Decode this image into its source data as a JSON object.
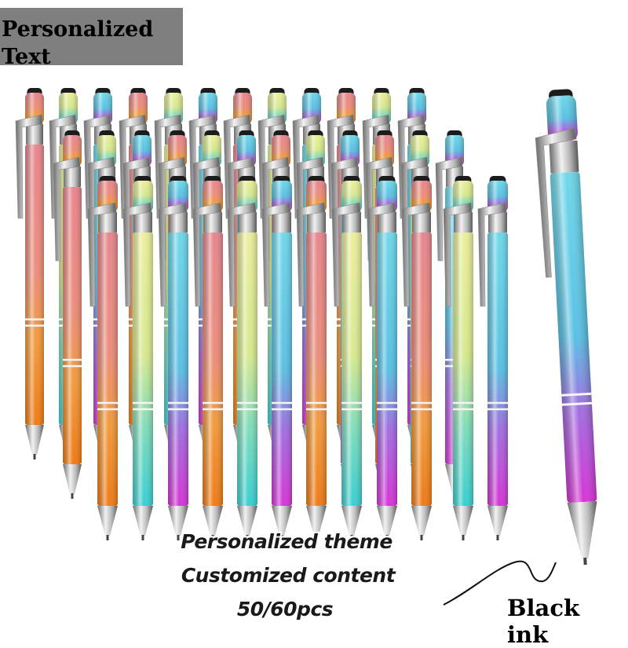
{
  "header_label": {
    "line1": "Personalized",
    "line2": "Text"
  },
  "captions": {
    "line1": "Personalized theme",
    "line2": "Customized content",
    "line3": "50/60pcs"
  },
  "ink_label": "Black ink",
  "product": {
    "color_variants": [
      {
        "name": "pink-orange",
        "top": "#e78a92",
        "bottom": "#f07a1a"
      },
      {
        "name": "yellow-teal",
        "top": "#e8ec94",
        "bottom": "#4ed4d6"
      },
      {
        "name": "blue-purple",
        "top": "#6ed3ec",
        "bottom": "#d02fd4"
      }
    ],
    "features": [
      "stylus-tip",
      "metal-clip",
      "ballpoint"
    ]
  },
  "colors": {
    "label_bg": "#7f7f7f",
    "background": "#ffffff",
    "ink": "#000000"
  }
}
